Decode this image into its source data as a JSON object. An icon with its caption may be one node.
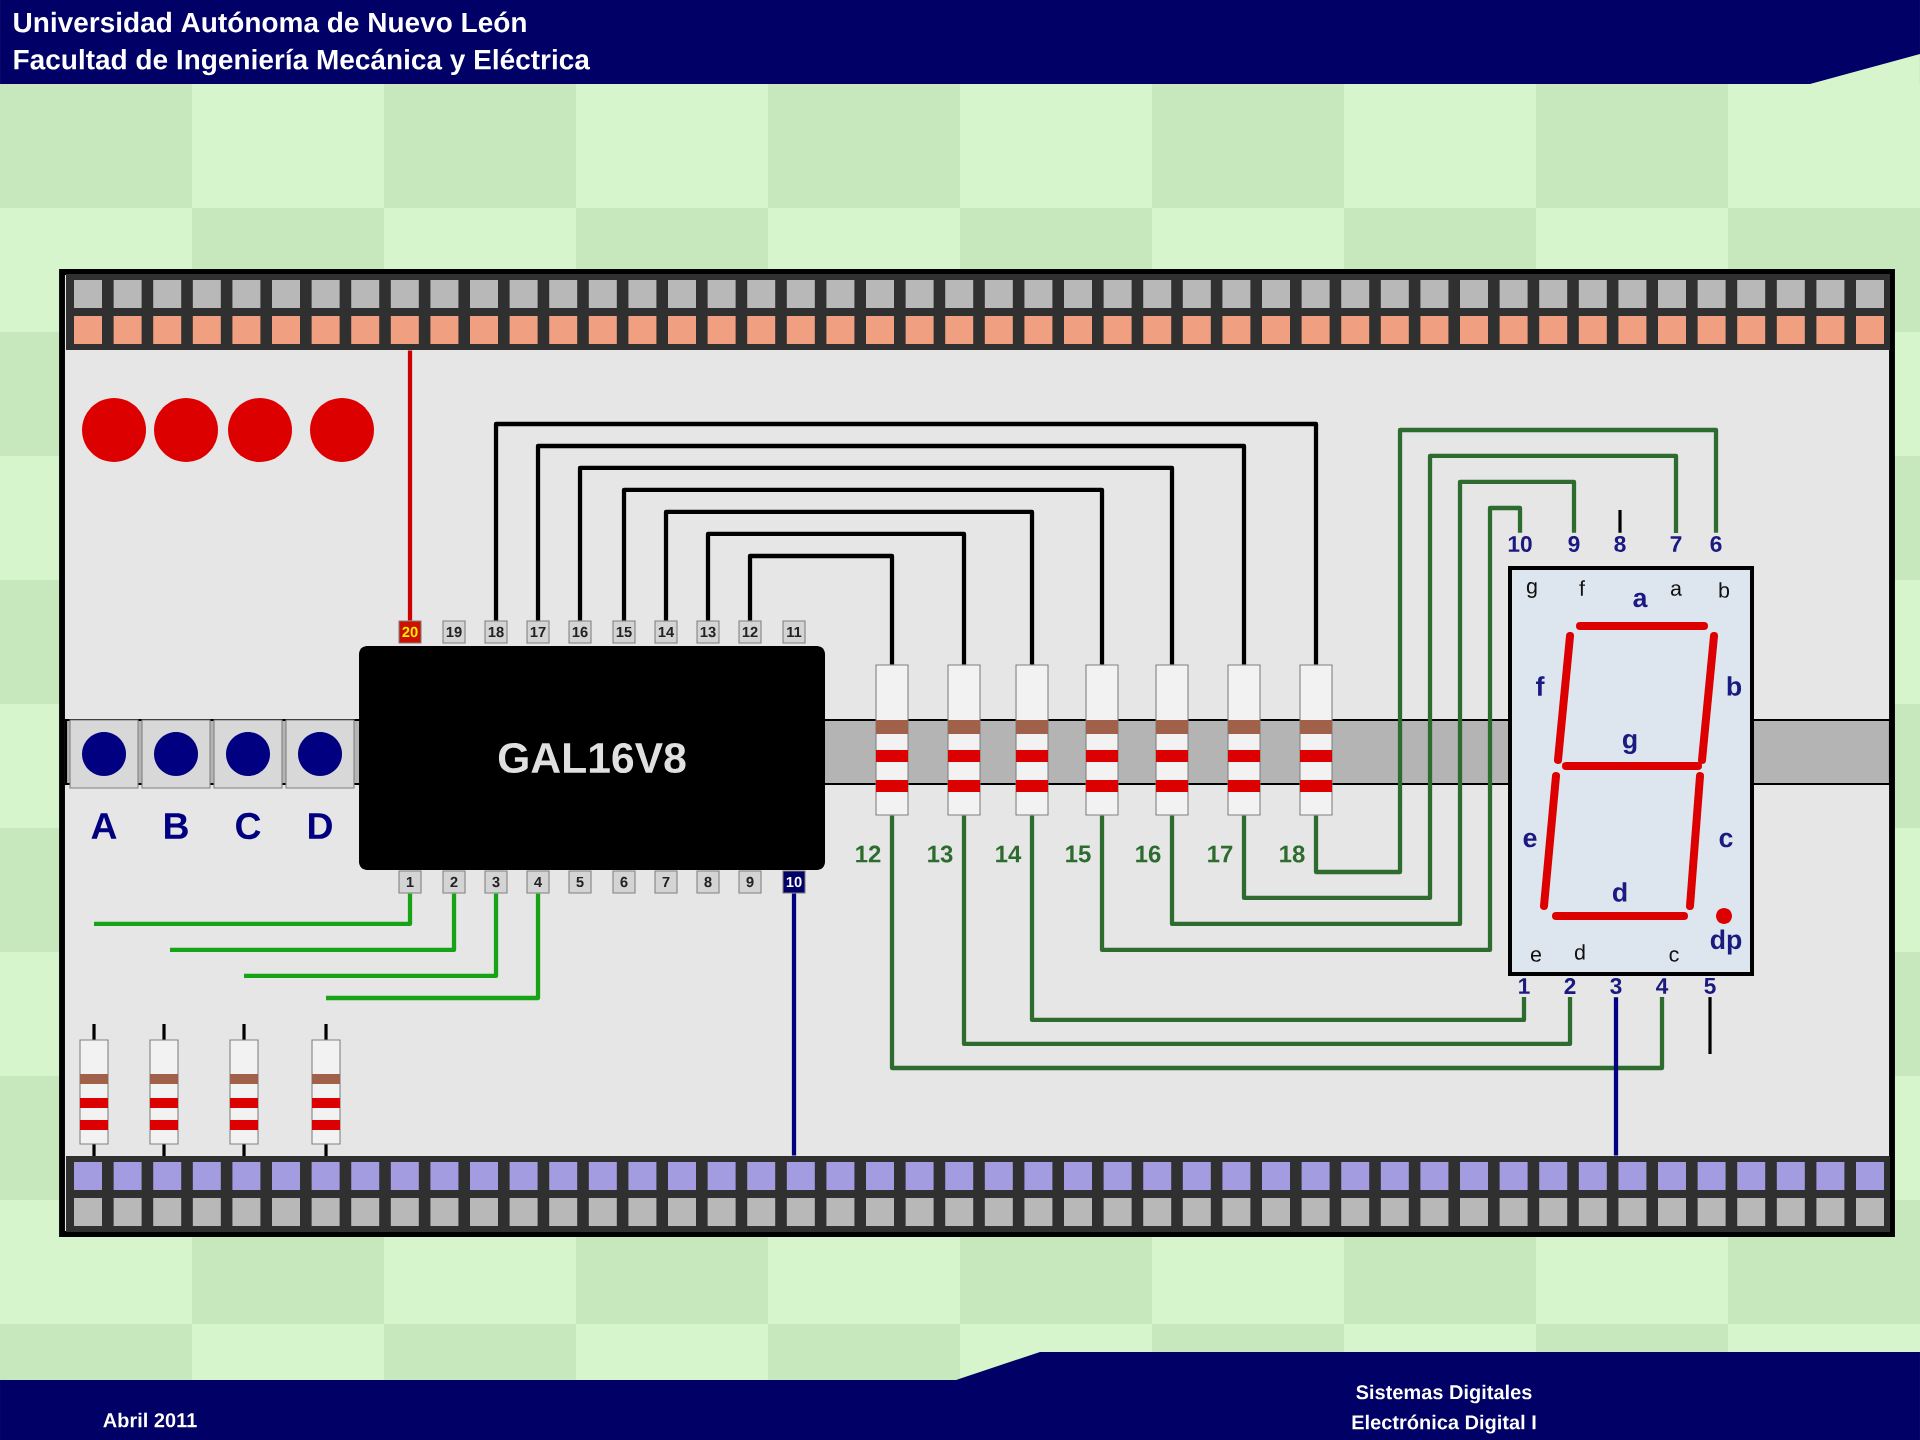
{
  "diagram": {
    "nodes": [
      {
        "text": [
          "GAL16V8"
        ]
      },
      {
        "text": [
          "1"
        ]
      },
      {
        "text": [
          "2"
        ]
      },
      {
        "text": [
          "3"
        ]
      },
      {
        "text": [
          "4"
        ]
      },
      {
        "text": [
          "5"
        ]
      },
      {
        "text": [
          "6"
        ]
      },
      {
        "text": [
          "7"
        ]
      },
      {
        "text": [
          "8"
        ]
      },
      {
        "text": [
          "9"
        ]
      },
      {
        "text": [
          "10"
        ]
      },
      {
        "text": [
          "11"
        ]
      },
      {
        "text": [
          "12"
        ]
      },
      {
        "text": [
          "13"
        ]
      },
      {
        "text": [
          "14"
        ]
      },
      {
        "text": [
          "15"
        ]
      },
      {
        "text": [
          "16"
        ]
      },
      {
        "text": [
          "17"
        ]
      },
      {
        "text": [
          "18"
        ]
      },
      {
        "text": [
          "19"
        ]
      },
      {
        "text": [
          "20"
        ]
      },
      {
        "text": [],
        "shape": "resistor",
        "beside": [
          "12"
        ]
      },
      {
        "text": [],
        "shape": "resistor",
        "beside": [
          "13"
        ]
      },
      {
        "text": [],
        "shape": "resistor",
        "beside": [
          "14"
        ]
      },
      {
        "text": [],
        "shape": "resistor",
        "beside": [
          "15"
        ]
      },
      {
        "text": [],
        "shape": "resistor",
        "beside": [
          "16"
        ]
      },
      {
        "text": [],
        "shape": "resistor",
        "beside": [
          "17"
        ]
      },
      {
        "text": [],
        "shape": "resistor",
        "beside": [
          "18"
        ]
      },
      {
        "text": [
          "g",
          "f",
          "a",
          "b",
          "a",
          "f",
          "b",
          "g",
          "e",
          "c",
          "d",
          "dp",
          "e",
          "d",
          "c"
        ]
      },
      {
        "text": [
          "1"
        ]
      },
      {
        "text": [
          "2"
        ]
      },
      {
        "text": [
          "3"
        ]
      },
      {
        "text": [
          "4"
        ]
      },
      {
        "text": [
          "5"
        ]
      },
      {
        "text": [
          "6"
        ]
      },
      {
        "text": [
          "7"
        ]
      },
      {
        "text": [
          "8"
        ]
      },
      {
        "text": [
          "9"
        ]
      },
      {
        "text": [
          "10"
        ]
      },
      {
        "text": [],
        "shape": "bar"
      },
      {
        "text": [],
        "shape": "bar"
      },
      {
        "text": [
          "A"
        ]
      },
      {
        "text": [
          "B"
        ]
      },
      {
        "text": [
          "C"
        ]
      },
      {
        "text": [
          "D"
        ]
      }
    ],
    "edges": [
      {
        "from": 12,
        "to": 21,
        "arrow": "none",
        "color": "#000000"
      },
      {
        "from": 13,
        "to": 22,
        "arrow": "none",
        "color": "#000000"
      },
      {
        "from": 14,
        "to": 23,
        "arrow": "none",
        "color": "#000000"
      },
      {
        "from": 15,
        "to": 24,
        "arrow": "none",
        "color": "#000000"
      },
      {
        "from": 16,
        "to": 25,
        "arrow": "none",
        "color": "#000000"
      },
      {
        "from": 17,
        "to": 26,
        "arrow": "none",
        "color": "#000000"
      },
      {
        "from": 18,
        "to": 27,
        "arrow": "none",
        "color": "#000000"
      },
      {
        "from": 21,
        "to": 32,
        "arrow": "none",
        "color": "#2e6b2e"
      },
      {
        "from": 22,
        "to": 30,
        "arrow": "none",
        "color": "#2e6b2e"
      },
      {
        "from": 23,
        "to": 29,
        "arrow": "none",
        "color": "#2e6b2e"
      },
      {
        "from": 24,
        "to": 38,
        "arrow": "none",
        "color": "#2e6b2e"
      },
      {
        "from": 25,
        "to": 37,
        "arrow": "none",
        "color": "#2e6b2e"
      },
      {
        "from": 26,
        "to": 35,
        "arrow": "none",
        "color": "#2e6b2e"
      },
      {
        "from": 27,
        "to": 34,
        "arrow": "none",
        "color": "#2e6b2e"
      },
      {
        "from": 20,
        "to": 39,
        "arrow": "none",
        "color": "#cc0000"
      },
      {
        "from": 10,
        "to": 40,
        "arrow": "none",
        "color": "#000080"
      },
      {
        "from": 31,
        "to": 40,
        "arrow": "none",
        "color": "#000080"
      },
      {
        "from": 1,
        "to": null,
        "arrow": "none",
        "color": "#16a316"
      },
      {
        "from": 2,
        "to": null,
        "arrow": "none",
        "color": "#16a316"
      },
      {
        "from": 3,
        "to": null,
        "arrow": "none",
        "color": "#16a316"
      },
      {
        "from": 4,
        "to": null,
        "arrow": "none",
        "color": "#16a316"
      }
    ],
    "labels": [
      "Universidad Autónoma de Nuevo León",
      "Facultad de Ingeniería Mecánica y Eléctrica",
      "Abril 2011",
      "Sistemas Digitales",
      "Electrónica Digital I"
    ]
  }
}
